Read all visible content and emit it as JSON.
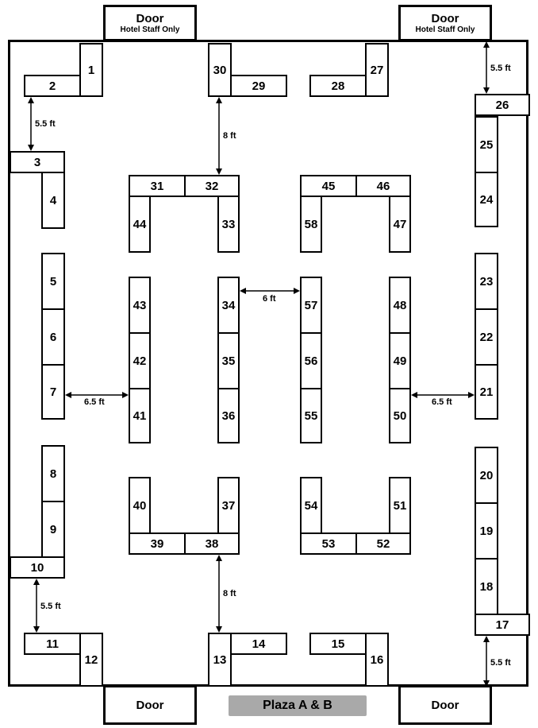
{
  "doors": {
    "top_left": {
      "title": "Door",
      "subtitle": "Hotel Staff Only"
    },
    "top_right": {
      "title": "Door",
      "subtitle": "Hotel Staff Only"
    },
    "bottom_left": {
      "title": "Door"
    },
    "bottom_right": {
      "title": "Door"
    }
  },
  "room_name": "Plaza A & B",
  "booths": [
    "1",
    "2",
    "3",
    "4",
    "5",
    "6",
    "7",
    "8",
    "9",
    "10",
    "11",
    "12",
    "13",
    "14",
    "15",
    "16",
    "17",
    "18",
    "19",
    "20",
    "21",
    "22",
    "23",
    "24",
    "25",
    "26",
    "27",
    "28",
    "29",
    "30",
    "31",
    "32",
    "33",
    "34",
    "35",
    "36",
    "37",
    "38",
    "39",
    "40",
    "41",
    "42",
    "43",
    "44",
    "45",
    "46",
    "47",
    "48",
    "49",
    "50",
    "51",
    "52",
    "53",
    "54",
    "55",
    "56",
    "57",
    "58"
  ],
  "dimensions": {
    "top_left": "5.5 ft",
    "top_center": "8 ft",
    "top_right": "5.5 ft",
    "middle_left": "6.5 ft",
    "middle_center": "6 ft",
    "middle_right": "6.5 ft",
    "bottom_left": "5.5 ft",
    "bottom_center": "8 ft",
    "bottom_right": "5.5 ft"
  },
  "colors": {
    "line": "#000000",
    "plaza_label_bg": "#a9a9a9",
    "background": "#ffffff"
  }
}
